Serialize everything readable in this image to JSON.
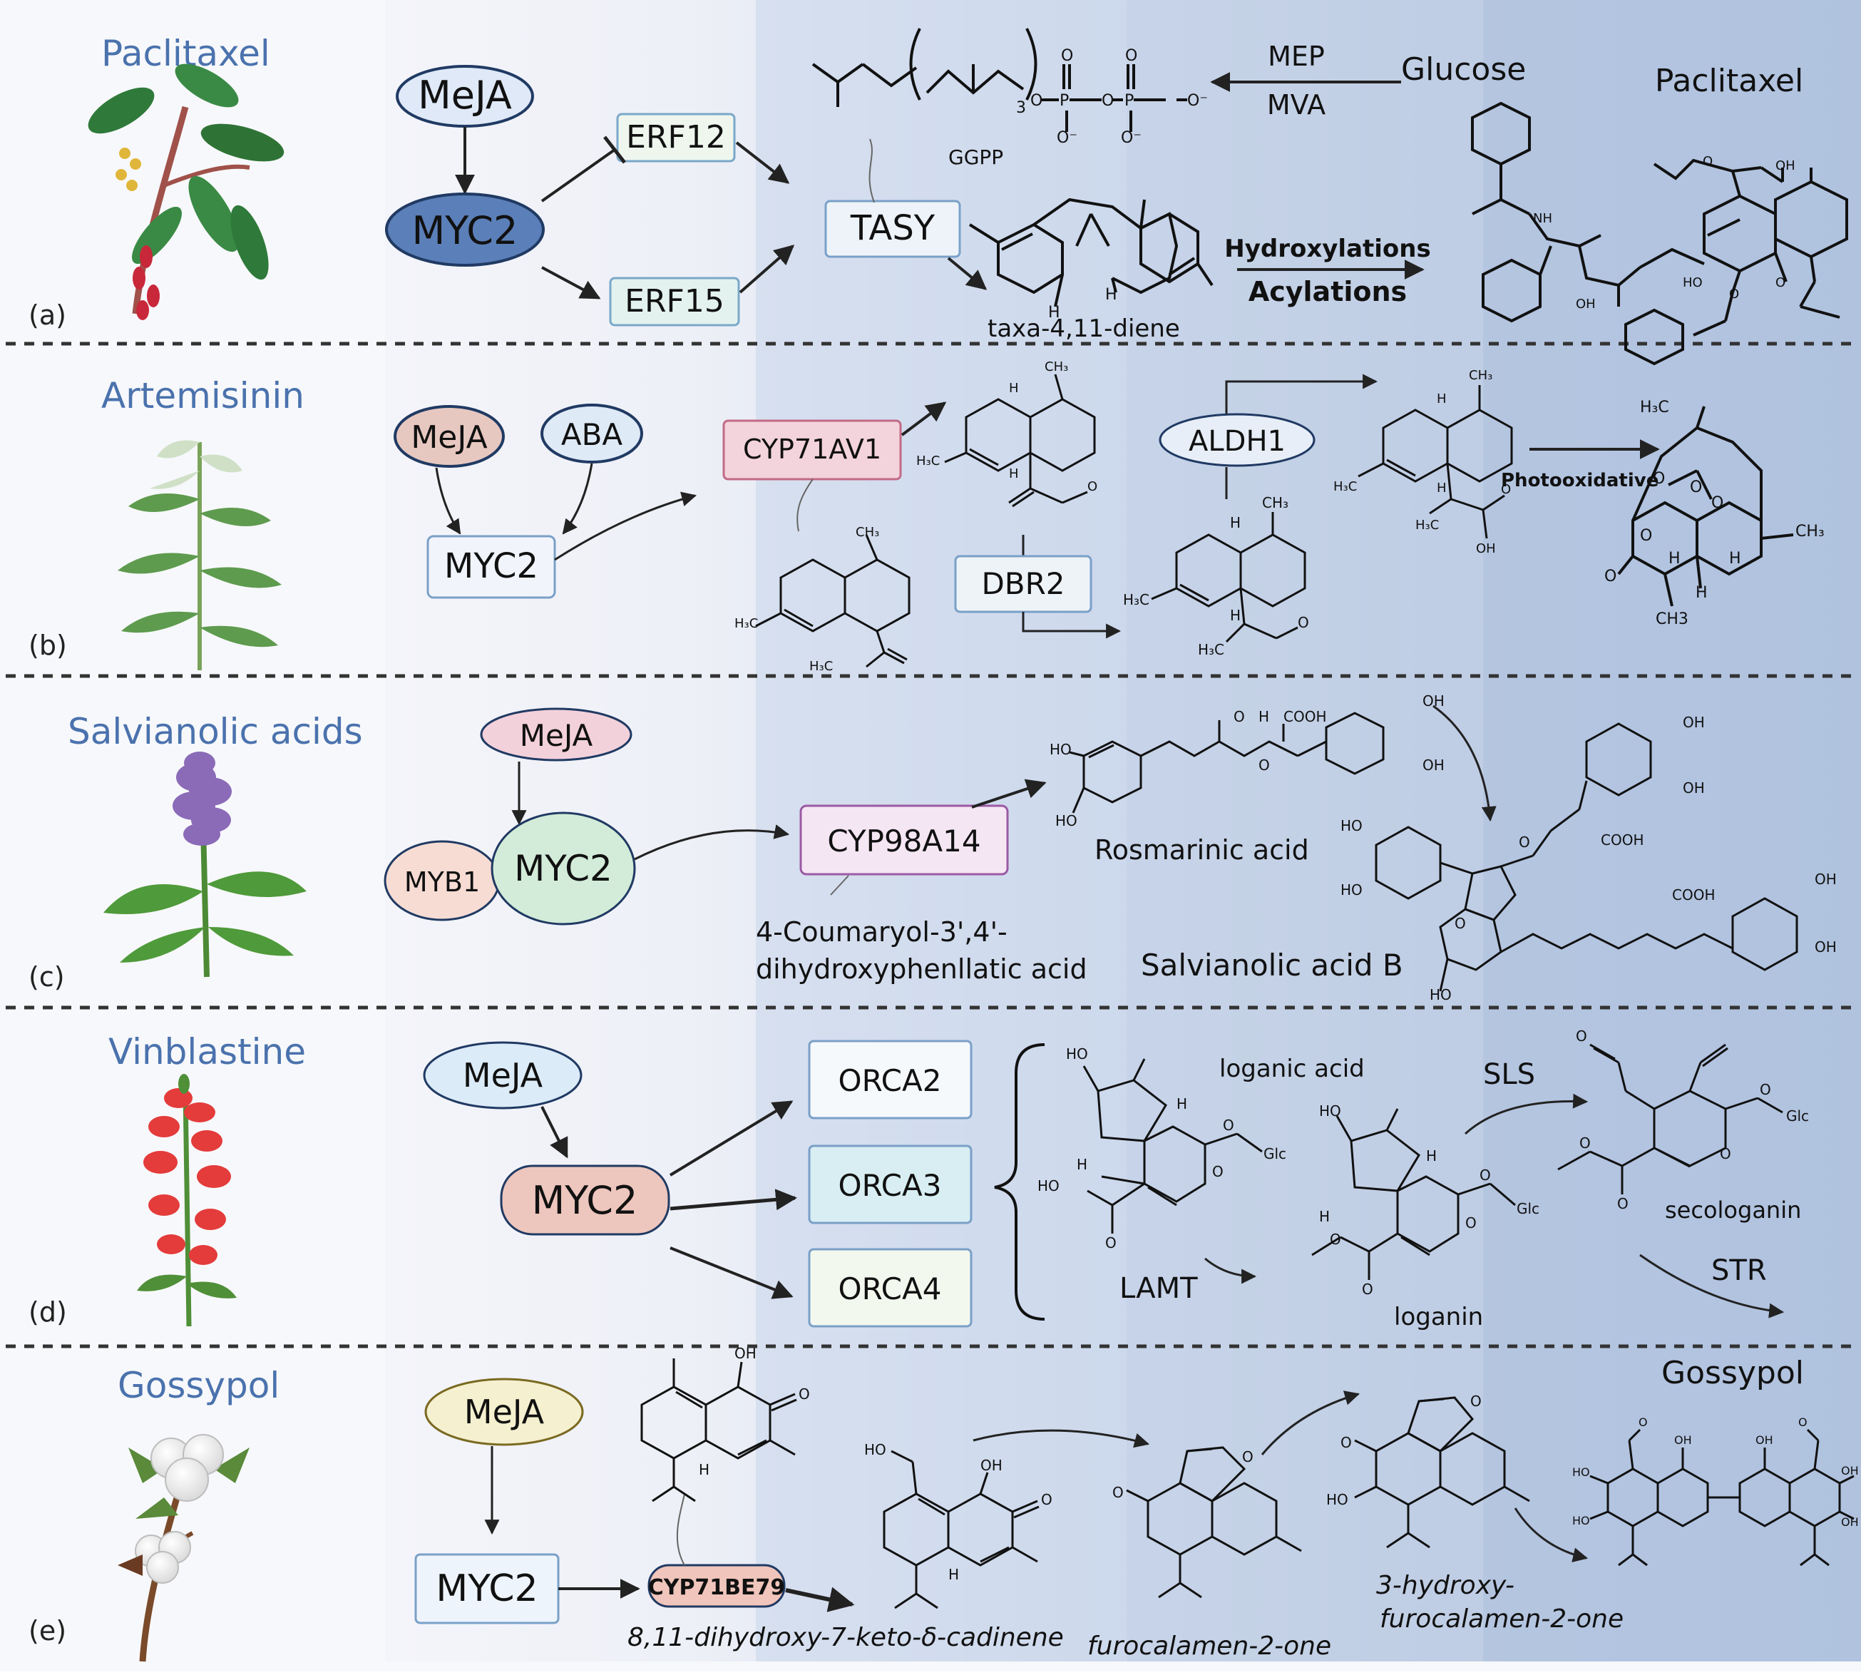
{
  "panels": [
    {
      "id": "a",
      "letter": "(a)",
      "title": "Paclitaxel"
    },
    {
      "id": "b",
      "letter": "(b)",
      "title": "Artemisinin"
    },
    {
      "id": "c",
      "letter": "(c)",
      "title": "Salvianolic acids"
    },
    {
      "id": "d",
      "letter": "(d)",
      "title": "Vinblastine"
    },
    {
      "id": "e",
      "letter": "(e)",
      "title": "Gossypol"
    }
  ],
  "colors": {
    "title_blue": "#4a72ad",
    "box_border": "#5a7fb5",
    "band_blue": "#c9d5ea"
  },
  "icons": [
    "yew-plant-icon",
    "artemisia-plant-icon",
    "salvia-plant-icon",
    "catharanthus-plant-icon",
    "cotton-plant-icon"
  ],
  "a": {
    "meja": "MeJA",
    "myc2": "MYC2",
    "erf12": "ERF12",
    "erf15": "ERF15",
    "tasy": "TASY",
    "ggpp": "GGPP",
    "mep": "MEP",
    "mva": "MVA",
    "glucose": "Glucose",
    "product_title": "Paclitaxel",
    "diene": "taxa-4,11-diene",
    "hydroxylations": "Hydroxylations",
    "acylations": "Acylations",
    "atoms": {
      "o_minus": "O⁻",
      "p": "P",
      "o": "O",
      "three": "3",
      "h": "H",
      "nh": "NH",
      "oh": "OH",
      "ho": "HO"
    }
  },
  "b": {
    "meja": "MeJA",
    "aba": "ABA",
    "myc2": "MYC2",
    "cyp": "CYP71AV1",
    "aldh1": "ALDH1",
    "dbr2": "DBR2",
    "photo": "Photooxidative",
    "atoms": {
      "ch3": "CH₃",
      "h3c": "H₃C",
      "h": "H",
      "o": "O",
      "oh": "OH",
      "ch3_plain": "CH3"
    }
  },
  "c": {
    "meja": "MeJA",
    "myb1": "MYB1",
    "myc2": "MYC2",
    "cyp": "CYP98A14",
    "rosmarinic": "Rosmarinic acid",
    "coumaroyl1": "4-Coumaryol-3',4'-",
    "coumaroyl2": "dihydroxyphenllatic acid",
    "salb": "Salvianolic acid B",
    "atoms": {
      "ho": "HO",
      "oh": "OH",
      "cooh": "COOH",
      "o": "O",
      "h": "H"
    }
  },
  "d": {
    "meja": "MeJA",
    "myc2": "MYC2",
    "orca2": "ORCA2",
    "orca3": "ORCA3",
    "orca4": "ORCA4",
    "loganic": "loganic acid",
    "lamt": "LAMT",
    "loganin": "loganin",
    "sls": "SLS",
    "secologanin": "secologanin",
    "str": "STR",
    "atoms": {
      "ho": "HO",
      "o": "O",
      "glc": "Glc",
      "h": "H"
    }
  },
  "e": {
    "meja": "MeJA",
    "myc2": "MYC2",
    "cyp": "CYP71BE79",
    "product_title": "Gossypol",
    "cadinene": "8,11-dihydroxy-7-keto-δ-cadinene",
    "furo": "furocalamen-2-one",
    "hydroxy1": "3-hydroxy-",
    "hydroxy2": "furocalamen-2-one",
    "atoms": {
      "oh": "OH",
      "ho": "HO",
      "o": "O",
      "h": "H"
    }
  }
}
